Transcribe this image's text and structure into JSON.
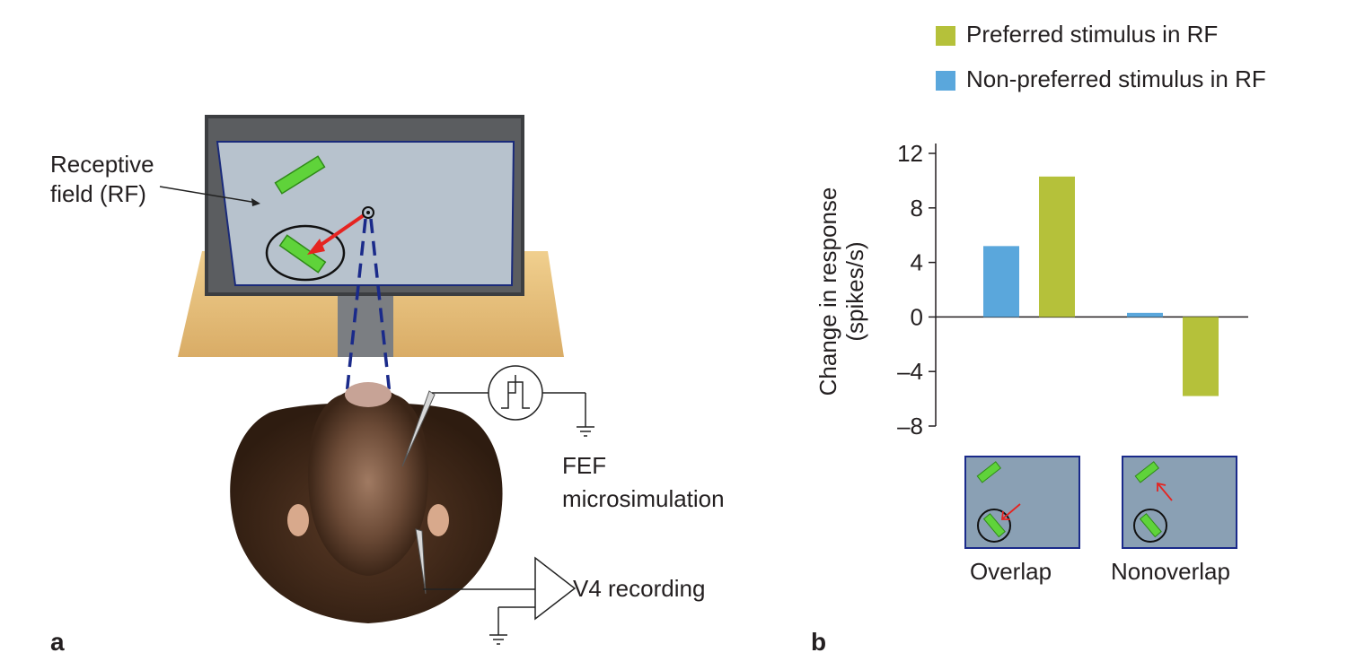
{
  "panel_a": {
    "letter": "a",
    "rf_label_line1": "Receptive",
    "rf_label_line2": "field (RF)",
    "fef_label_line1": "FEF",
    "fef_label_line2": "microsimulation",
    "v4_label": "V4 recording"
  },
  "panel_b": {
    "letter": "b",
    "legend": [
      {
        "label": "Preferred stimulus in RF",
        "color": "#b5c13a"
      },
      {
        "label": "Non-preferred stimulus in RF",
        "color": "#5aa7dc"
      }
    ],
    "inset_labels": [
      "Overlap",
      "Nonoverlap"
    ]
  },
  "chart_data": {
    "type": "bar",
    "ylabel_line1": "Change in response",
    "ylabel_line2": "(spikes/s)",
    "ylim": [
      -8,
      12
    ],
    "yticks": [
      12,
      8,
      4,
      0,
      -4,
      -8
    ],
    "ytick_labels": [
      "12",
      "8",
      "4",
      "0",
      "–4",
      "–8"
    ],
    "categories": [
      "Overlap",
      "Nonoverlap"
    ],
    "series": [
      {
        "name": "Non-preferred stimulus in RF",
        "color": "#5aa7dc",
        "values": [
          5.2,
          0.3
        ]
      },
      {
        "name": "Preferred stimulus in RF",
        "color": "#b5c13a",
        "values": [
          10.3,
          -5.8
        ]
      }
    ]
  }
}
